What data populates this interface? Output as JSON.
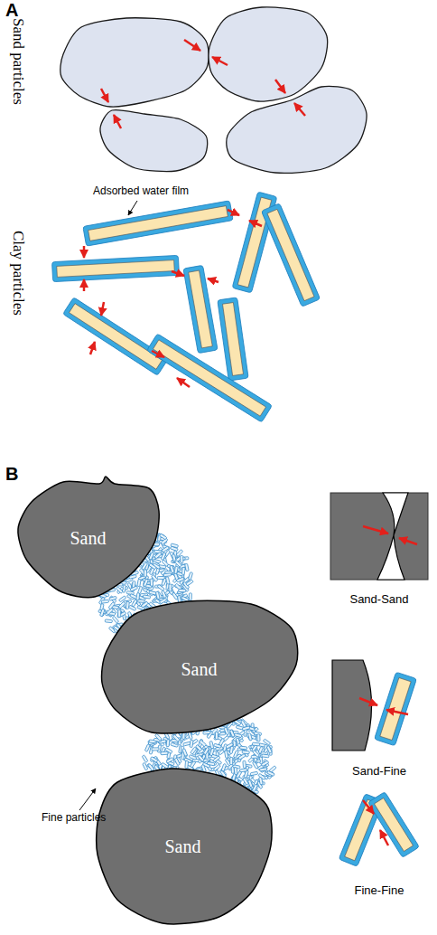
{
  "diagram": {
    "nodes": [
      {
        "text": [
          "Sand"
        ]
      },
      {
        "text": [
          "Sand"
        ]
      },
      {
        "text": [
          "Sand"
        ]
      }
    ],
    "labels": [
      "A",
      "Sand particles",
      "Adsorbed water film",
      "Clay particles",
      "B",
      "Fine particles",
      "Sand-Sand",
      "Sand-Fine",
      "Fine-Fine"
    ]
  }
}
